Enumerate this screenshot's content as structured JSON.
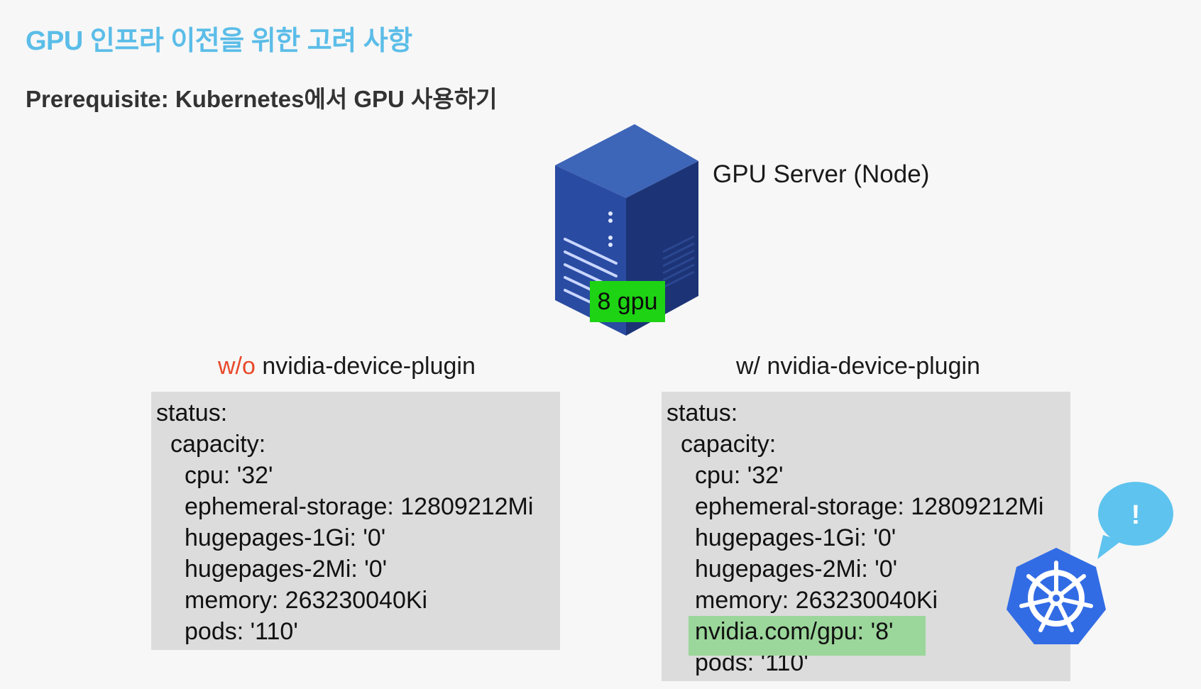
{
  "slide": {
    "title": "GPU 인프라 이전을 위한 고려 사항",
    "subtitle": "Prerequisite: Kubernetes에서 GPU 사용하기"
  },
  "server": {
    "label": "GPU Server (Node)",
    "gpu_badge": "8 gpu",
    "icon": "server-tower-icon"
  },
  "panels": {
    "without": {
      "heading_prefix": "w/o",
      "heading_rest": " nvidia-device-plugin",
      "lines": [
        "status:",
        "capacity:",
        "cpu: '32'",
        "ephemeral-storage: 12809212Mi",
        "hugepages-1Gi: '0'",
        "hugepages-2Mi: '0'",
        "memory: 263230040Ki",
        "pods: '110'"
      ]
    },
    "with": {
      "heading": "w/ nvidia-device-plugin",
      "lines": [
        "status:",
        "capacity:",
        "cpu: '32'",
        "ephemeral-storage: 12809212Mi",
        "hugepages-1Gi: '0'",
        "hugepages-2Mi: '0'",
        "memory: 263230040Ki",
        "nvidia.com/gpu: '8'",
        "pods: '110'"
      ]
    }
  },
  "kubernetes": {
    "icon": "kubernetes-helm-icon",
    "bubble_text": "!"
  },
  "colors": {
    "title": "#5bbde8",
    "warning": "#e8492a",
    "gpu_badge": "#1ed313",
    "highlight": "#9bd69a",
    "panel_bg": "#dcdcdc",
    "kubernetes_blue": "#326ce5",
    "bubble": "#5ec3ee"
  }
}
